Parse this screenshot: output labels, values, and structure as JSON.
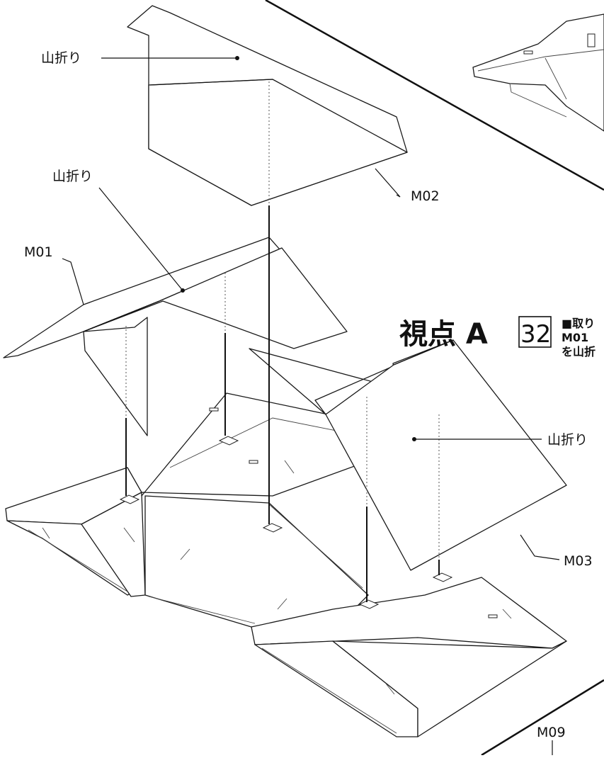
{
  "labels": {
    "fold_m02": "山折り",
    "fold_m01": "山折り",
    "fold_m03": "山折り",
    "m01": "M01",
    "m02": "M02",
    "m03": "M03",
    "m09": "M09"
  },
  "step": {
    "view": "視点 A",
    "number": "32",
    "note_line1": "■取り",
    "note_line2": "M01",
    "note_line3": "を山折"
  }
}
